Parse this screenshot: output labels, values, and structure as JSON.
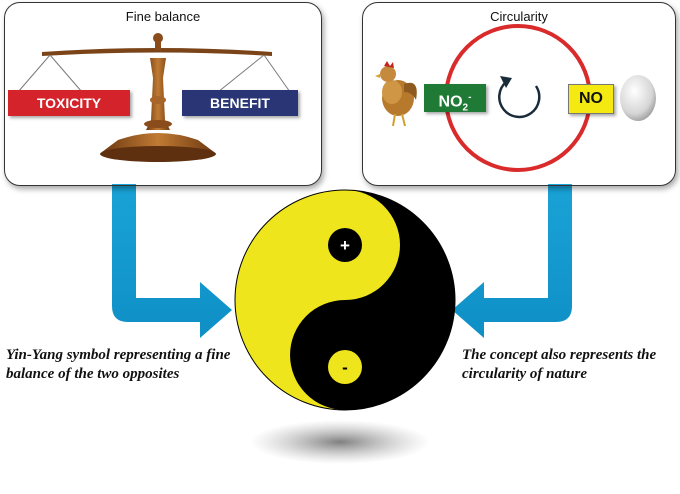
{
  "left_panel": {
    "title": "Fine balance",
    "toxicity_label": "TOXICITY",
    "benefit_label": "BENEFIT"
  },
  "right_panel": {
    "title": "Circularity",
    "no2_label": "NO",
    "no2_sub": "2",
    "no2_sup": "-",
    "no_label": "NO"
  },
  "symbol": {
    "plus_sign": "+",
    "minus_sign": "-"
  },
  "captions": {
    "left": "Yin-Yang symbol representing a fine balance of the two opposites",
    "right": "The concept also represents the circularity of nature"
  },
  "colors": {
    "arrow": "#1aa3d6",
    "yin_yang_yellow": "#efe51c",
    "yin_yang_black": "#000000",
    "toxicity": "#d4232a",
    "benefit": "#2a3576",
    "no2": "#1e7a35",
    "no": "#f4ea12",
    "cycle_circle": "#d92b2b"
  },
  "icons": [
    "balance-scale-icon",
    "chicken-icon",
    "egg-icon",
    "cycle-arrow-icon",
    "arrow-icon"
  ]
}
